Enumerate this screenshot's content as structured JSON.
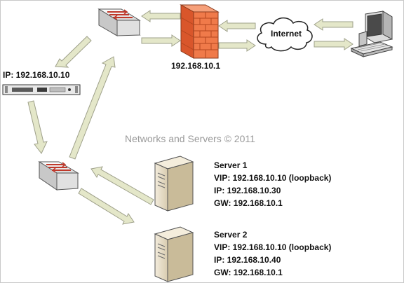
{
  "firewall": {
    "ip": "192.168.10.1"
  },
  "internet": {
    "label": "Internet"
  },
  "loadbalancer": {
    "ip_label": "IP: 192.168.10.10"
  },
  "watermark": "Networks and Servers © 2011",
  "servers": [
    {
      "name": "Server 1",
      "vip": "VIP: 192.168.10.10 (loopback)",
      "ip": "IP: 192.168.10.30",
      "gw": "GW: 192.168.10.1"
    },
    {
      "name": "Server 2",
      "vip": "VIP: 192.168.10.10 (loopback)",
      "ip": "IP: 192.168.10.40",
      "gw": "GW: 192.168.10.1"
    }
  ],
  "colors": {
    "arrow_fill": "#e4e7c9",
    "arrow_stroke": "#9ea08a",
    "firewall": "#f07a4a",
    "server_body": "#e6dcc5"
  }
}
